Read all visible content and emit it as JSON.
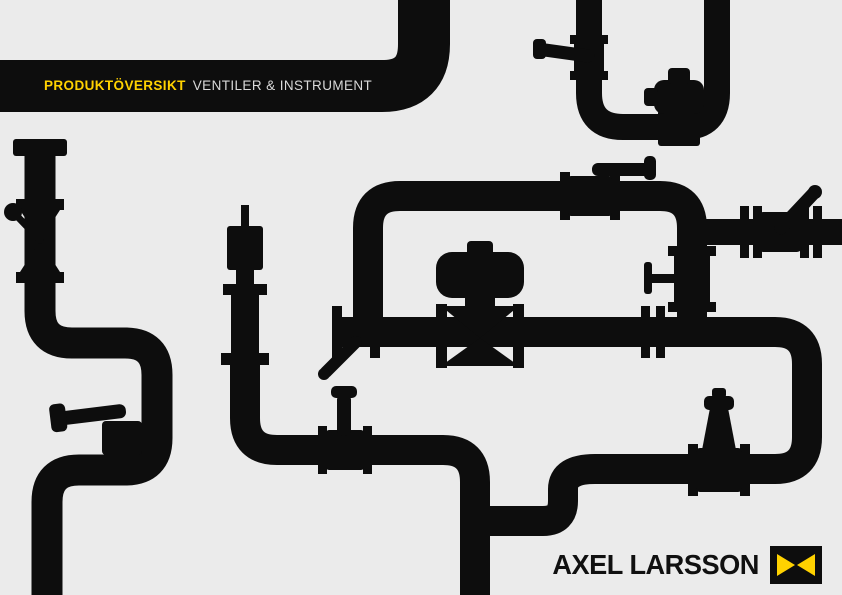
{
  "page": {
    "header": {
      "title_highlight": "PRODUKTÖVERSIKT",
      "title_rest": "VENTILER & INSTRUMENT"
    },
    "logo": {
      "text": "AXEL LARSSON",
      "icon": "bowtie-valve"
    },
    "colors": {
      "accent_yellow": "#FFD200",
      "pipe_black": "#0D0D0D",
      "background_gray": "#EBEBEB",
      "title_rest_gray": "#D9D9D9"
    }
  }
}
